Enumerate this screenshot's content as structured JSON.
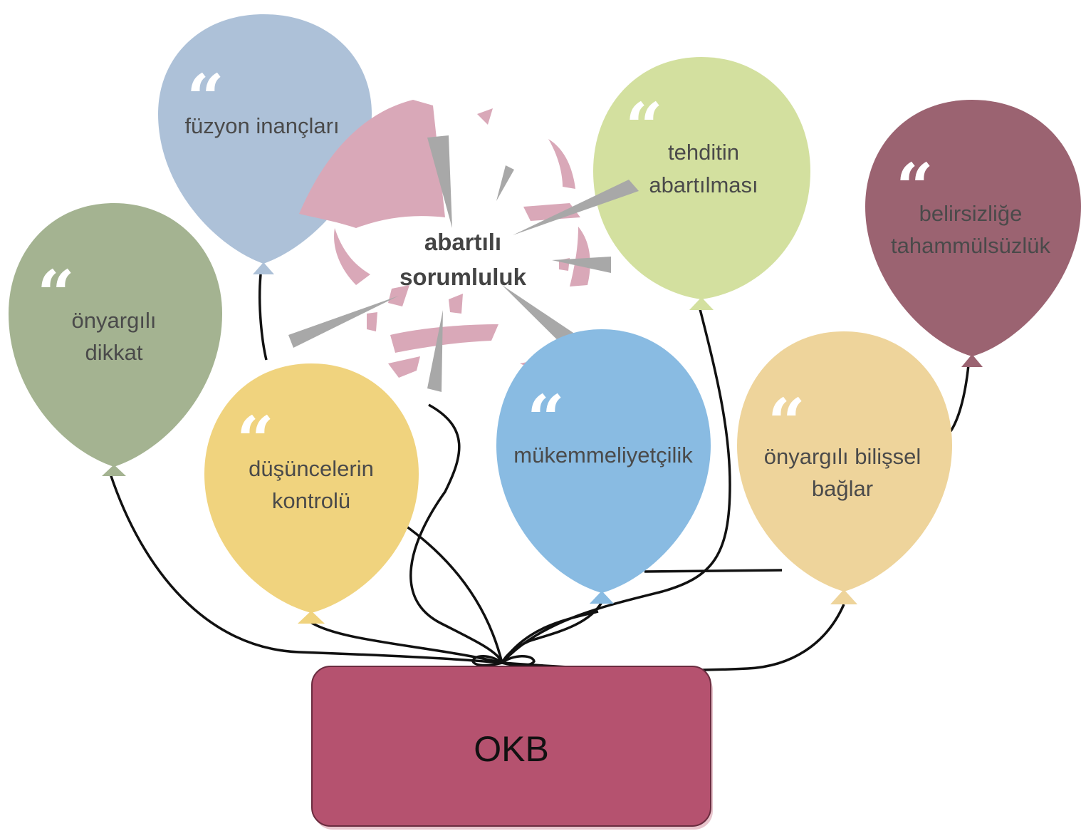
{
  "root": {
    "label": "OKB",
    "color": "#b5526f"
  },
  "burst": {
    "line1": "abartılı",
    "line2": "sorumluluk",
    "color": "#d9a8b8"
  },
  "balloons": [
    {
      "id": "fuzyon",
      "lines": [
        "füzyon inançları"
      ],
      "color": "#adc1d8"
    },
    {
      "id": "onyargili-dikkat",
      "lines": [
        "önyargılı",
        "dikkat"
      ],
      "color": "#a4b391"
    },
    {
      "id": "dusuncelerin-kontrolu",
      "lines": [
        "düşüncelerin",
        "kontrolü"
      ],
      "color": "#f0d37e"
    },
    {
      "id": "mukemmeliyetcilik",
      "lines": [
        "mükemmeliyetçilik"
      ],
      "color": "#89bbe2"
    },
    {
      "id": "tehditin",
      "lines": [
        "tehditin",
        "abartılması"
      ],
      "color": "#d3e09f"
    },
    {
      "id": "belirsizlige",
      "lines": [
        "belirsizliğe",
        "tahammülsüzlük"
      ],
      "color": "#9b6371"
    },
    {
      "id": "onyargili-bilissel",
      "lines": [
        "önyargılı bilişsel",
        "bağlar"
      ],
      "color": "#eed49b"
    }
  ]
}
